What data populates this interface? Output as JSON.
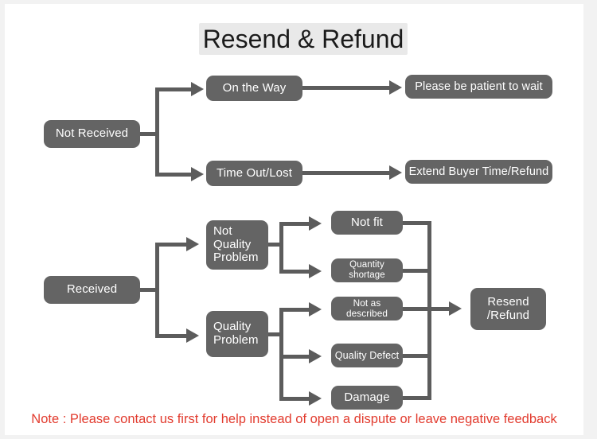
{
  "page": {
    "title": "Resend & Refund",
    "note": "Note : Please contact us first for help instead of open a dispute or leave negative feedback",
    "colors": {
      "node_fill": "#646464",
      "node_text": "#ffffff",
      "connector": "#5c5c5c",
      "title_highlight": "#e9e9e9",
      "note_text": "#e23b2e",
      "page_background": "#ffffff",
      "canvas_background": "#f2f2f2"
    }
  },
  "flow": {
    "branches": [
      {
        "id": "not-received",
        "root": "Not Received",
        "children": [
          {
            "condition": "On the Way",
            "outcome": "Please be patient to wait"
          },
          {
            "condition": "Time Out/Lost",
            "outcome": "Extend Buyer Time/Refund"
          }
        ]
      },
      {
        "id": "received",
        "root": "Received",
        "children": [
          {
            "condition": "Not Quality Problem",
            "reasons": [
              "Not fit",
              "Quantity shortage"
            ]
          },
          {
            "condition": "Quality Problem",
            "reasons": [
              "Not as described",
              "Quality Defect",
              "Damage"
            ]
          }
        ],
        "outcome": "Resend /Refund"
      }
    ],
    "nodes": {
      "not_received": "Not Received",
      "on_the_way": "On the Way",
      "time_out_lost": "Time Out/Lost",
      "please_be_patient": "Please be patient to wait",
      "extend_buyer_time": "Extend Buyer Time/Refund",
      "received": "Received",
      "not_quality_problem": "Not\nQuality\nProblem",
      "quality_problem": "Quality\nProblem",
      "not_fit": "Not fit",
      "quantity_shortage": "Quantity shortage",
      "not_as_described": "Not as described",
      "quality_defect": "Quality Defect",
      "damage": "Damage",
      "resend_refund": "Resend\n/Refund"
    }
  }
}
